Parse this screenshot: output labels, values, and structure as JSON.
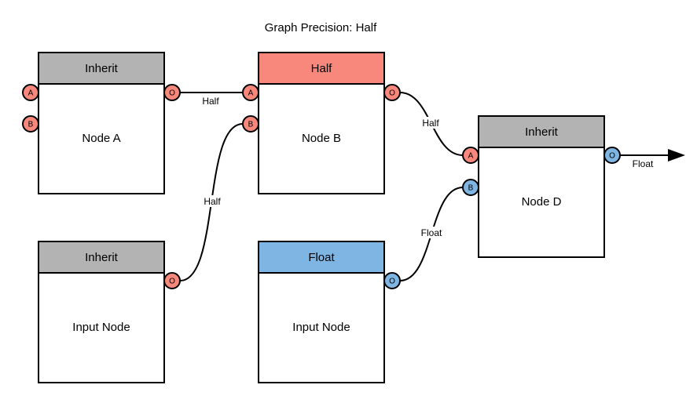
{
  "title": "Graph Precision: Half",
  "colors": {
    "salmon": "#F8877C",
    "blue": "#7FB5E2",
    "gray": "#B3B3B3",
    "edge": "#000000",
    "node_body": "#FFFFFF"
  },
  "nodes": {
    "node_a": {
      "header": "Inherit",
      "label": "Node A",
      "ports": {
        "a": "A",
        "b": "B",
        "o": "O"
      }
    },
    "node_b": {
      "header": "Half",
      "label": "Node B",
      "ports": {
        "a": "A",
        "b": "B",
        "o": "O"
      }
    },
    "node_d": {
      "header": "Inherit",
      "label": "Node D",
      "ports": {
        "a": "A",
        "b": "B",
        "o": "O"
      }
    },
    "input_node_left": {
      "header": "Inherit",
      "label": "Input Node",
      "ports": {
        "o": "O"
      }
    },
    "input_node_right": {
      "header": "Float",
      "label": "Input Node",
      "ports": {
        "o": "O"
      }
    }
  },
  "edges": {
    "nodea_o_to_nodeb_a": {
      "label": "Half"
    },
    "inputleft_o_to_nodeb_b": {
      "label": "Half"
    },
    "nodeb_o_to_noded_a": {
      "label": "Half"
    },
    "inputright_o_to_noded_b": {
      "label": "Float"
    },
    "noded_o_output": {
      "label": "Float"
    }
  }
}
